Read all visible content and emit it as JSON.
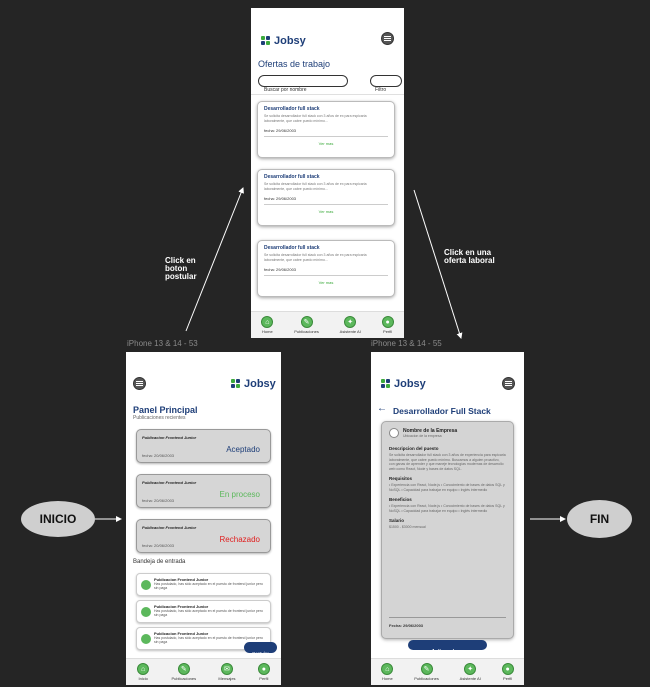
{
  "app": {
    "brand": "Jobsy",
    "brand_colors": [
      "#1e3e78",
      "#3caa3c"
    ],
    "menu_icon": "hamburger-menu-icon"
  },
  "frames": {
    "left_label": "iPhone 13 & 14 - 53",
    "right_label": "iPhone 13 & 14 - 55"
  },
  "flow": {
    "start": "INICIO",
    "end": "FIN",
    "arrow_left": "Click en boton postular",
    "arrow_right": "Click en una oferta laboral"
  },
  "nav": {
    "top": [
      "Home",
      "Publicaciones",
      "Asistente AI",
      "Perfil"
    ],
    "left": [
      "Inicio",
      "Publicaciones",
      "Mensajes",
      "Perfil"
    ],
    "right": [
      "Home",
      "Publicaciones",
      "Asistente AI",
      "Perfil"
    ],
    "icons": [
      "home-icon",
      "publications-icon",
      "assistant-icon",
      "profile-icon"
    ]
  },
  "offers": {
    "heading": "Ofertas de trabajo",
    "search_placeholder": "Buscar por nombre",
    "filter_label": "Filtro",
    "cards": [
      {
        "title": "Desarrollador full stack",
        "desc": "Se solicita desarrollador full stack con 3 años de ex para espicaria laboralmente, que cabre puedo mínimo...",
        "date": "fecha: 29/06/2003",
        "action": "Ver mas"
      },
      {
        "title": "Desarrollador full stack",
        "desc": "Se solicita desarrollador full stack con 3 años de ex para espicaria laboralmente, que cabre puedo mínimo...",
        "date": "fecha: 29/06/2003",
        "action": "Ver mas"
      },
      {
        "title": "Desarrollador full stack",
        "desc": "Se solicita desarrollador full stack con 3 años de ex para espicaria laboralmente, que cabre puedo mínimo...",
        "date": "fecha: 29/06/2003",
        "action": "Ver mas"
      }
    ]
  },
  "panel": {
    "title": "Panel Principal",
    "subtitle": "Publicaciones recientes",
    "posts": [
      {
        "title": "Publicacion Frontend Junior",
        "status": "Aceptado",
        "status_color": "#1e3e78",
        "date": "fecha: 20/06/2003"
      },
      {
        "title": "Publicacion Frontend Junior",
        "status": "En proceso",
        "status_color": "#5cb85c",
        "date": "fecha: 20/06/2003"
      },
      {
        "title": "Publicacion Frontend Junior",
        "status": "Rechazado",
        "status_color": "#e02020",
        "date": "fecha: 20/06/2003"
      }
    ],
    "inbox_title": "Bandeja de entrada",
    "inbox": [
      {
        "title": "Publicacion Frontend Junior",
        "desc": "Has postulado, has sido aceptado en el puesto de frontend junior pero sin paga"
      },
      {
        "title": "Publicacion Frontend Junior",
        "desc": "Has postulado, has sido aceptado en el puesto de frontend junior pero sin paga"
      },
      {
        "title": "Publicacion Frontend Junior",
        "desc": "Has postulado, has sido aceptado en el puesto de frontend junior pero sin paga"
      }
    ],
    "apply_button": "Postular"
  },
  "detail": {
    "title": "Desarrollador Full Stack",
    "company": "Nombre de la Empresa",
    "company_sub": "Ubicacion de la empresa",
    "sections": [
      {
        "heading": "Descripcion del puesto",
        "text": "Se solicita desarrollador full stack con 3 años de experiencia para espicaria laboralmente, que cabre puedo mínimo. Buscamos a alguien proactivo, con ganas de aprender y que maneje tecnologías modernas de desarrollo web como React, Node y bases de datos SQL."
      },
      {
        "heading": "Requisitos",
        "text": "• Experiencia con React, Node.js • Conocimiento de bases de datos SQL y NoSQL • Capacidad para trabajar en equipo • Inglés intermedio"
      },
      {
        "heading": "Beneficios",
        "text": "• Experiencia con React, Node.js • Conocimiento de bases de datos SQL y NoSQL • Capacidad para trabajar en equipo • Inglés intermedio"
      },
      {
        "heading": "Salario",
        "text": "$1500 - $3000 mensual"
      }
    ],
    "date": "Fecha: 29/06/2003",
    "apply_button": "Aplicar ahora"
  }
}
